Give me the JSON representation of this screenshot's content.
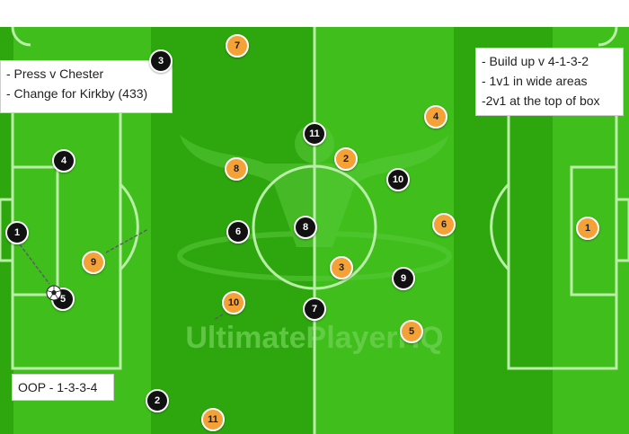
{
  "diagram": {
    "watermark": "UltimatePlayerHQ",
    "notes": {
      "press": [
        "- Press v Chester",
        "- Change for Kirkby (433)"
      ],
      "build": [
        "- Build up v 4-1-3-2",
        "- 1v1 in wide areas",
        "-2v1 at the top of box"
      ],
      "shape": [
        "OOP - 1-3-3-4"
      ]
    },
    "colors": {
      "grass_light": "#3fbe1c",
      "grass_dark": "#2ea70f",
      "lines": "#b9eea6",
      "team_black": "#111111",
      "team_orange": "#f4a137"
    },
    "players_black": [
      "1",
      "3",
      "4",
      "5",
      "11",
      "6",
      "8",
      "10",
      "9",
      "7",
      "2"
    ],
    "players_orange": [
      "7",
      "4",
      "2",
      "8",
      "1",
      "6",
      "9",
      "3",
      "10",
      "5",
      "11"
    ],
    "ball_icon": "soccer-ball-icon"
  }
}
